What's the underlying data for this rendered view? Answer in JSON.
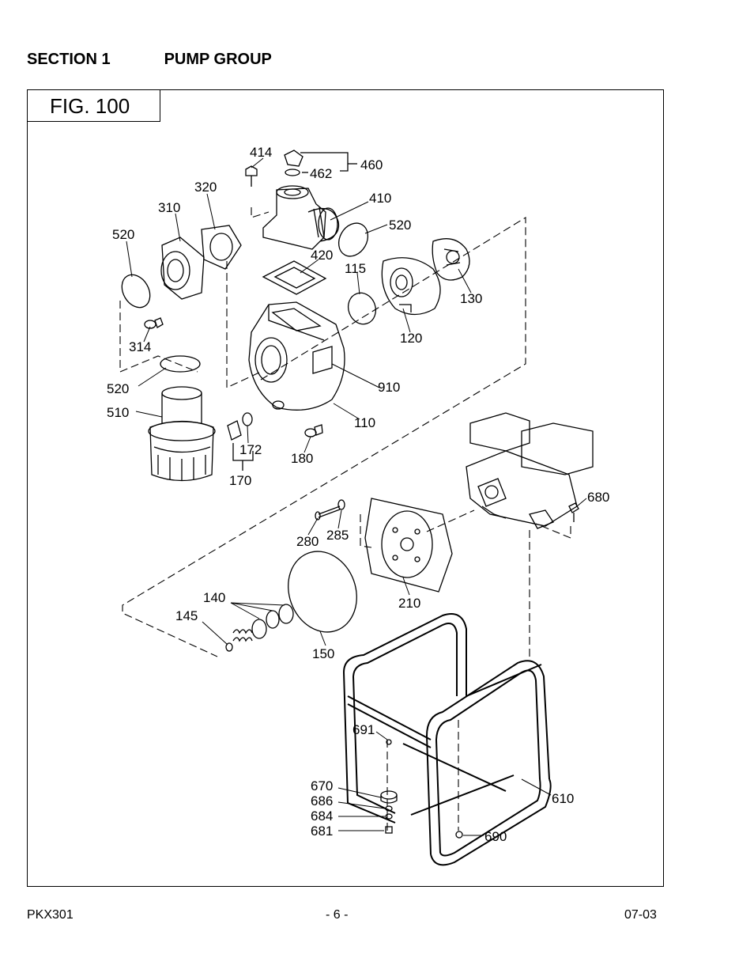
{
  "header": {
    "section": "SECTION 1",
    "title": "PUMP GROUP"
  },
  "figure": {
    "label": "FIG. 100"
  },
  "callouts": {
    "c414": "414",
    "c460": "460",
    "c462": "462",
    "c320": "320",
    "c410": "410",
    "c310": "310",
    "c520a": "520",
    "c520b": "520",
    "c520c": "520",
    "c420": "420",
    "c115": "115",
    "c130": "130",
    "c314": "314",
    "c120": "120",
    "c910": "910",
    "c510": "510",
    "c110": "110",
    "c172": "172",
    "c180": "180",
    "c170": "170",
    "c680": "680",
    "c280": "280",
    "c285": "285",
    "c140": "140",
    "c145": "145",
    "c210": "210",
    "c150": "150",
    "c691": "691",
    "c610": "610",
    "c670": "670",
    "c686": "686",
    "c684": "684",
    "c681": "681",
    "c690": "690"
  },
  "footer": {
    "model": "PKX301",
    "page": "- 6 -",
    "date": "07-03"
  }
}
